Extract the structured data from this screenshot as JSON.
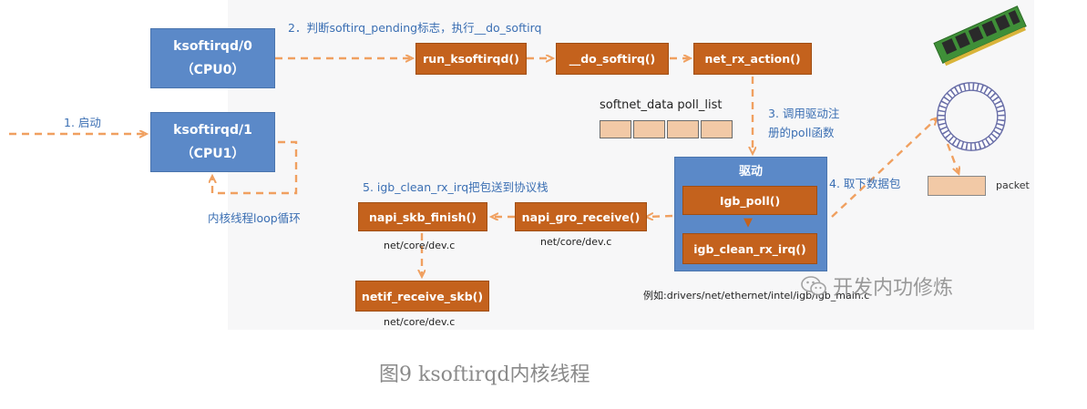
{
  "caption": "图9 ksoftirqd内核线程",
  "threads": [
    {
      "name": "ksoftirqd/0",
      "cpu": "（CPU0）"
    },
    {
      "name": "ksoftirqd/1",
      "cpu": "（CPU1）"
    }
  ],
  "functions": {
    "run_ksoftirqd": "run_ksoftirqd()",
    "do_softirq": "__do_softirq()",
    "net_rx_action": "net_rx_action()",
    "igb_poll": "Igb_poll()",
    "igb_clean_rx_irq": "igb_clean_rx_irq()",
    "napi_gro_receive": "napi_gro_receive()",
    "napi_skb_finish": "napi_skb_finish()",
    "netif_receive_skb": "netif_receive_skb()"
  },
  "driver_title": "驱动",
  "steps": {
    "s1": "1. 启动",
    "s2": "2．判断softirq_pending标志，执行__do_softirq",
    "s3_line1": "3. 调用驱动注",
    "s3_line2": "册的poll函数",
    "s4": "4. 取下数据包",
    "s5": "5. igb_clean_rx_irq把包送到协议栈"
  },
  "loop_label": "内核线程loop循环",
  "poll_list_label": "softnet_data poll_list",
  "poll_list_cells": 4,
  "packet_label": "packet",
  "dev_paths": {
    "gro": "net/core/dev.c",
    "finish": "net/core/dev.c",
    "netif": "net/core/dev.c"
  },
  "example_path": "例如:drivers/net/ethernet/intel/igb/igb_main.c",
  "watermark": "开发内功修炼",
  "colors": {
    "thread_box": "#5b89c8",
    "function_box": "#c4621d",
    "driver_panel": "#5b89c8",
    "arrow": "#f0a060",
    "label_text": "#3b6fb3",
    "queue_cell": "#f2c9a6"
  }
}
